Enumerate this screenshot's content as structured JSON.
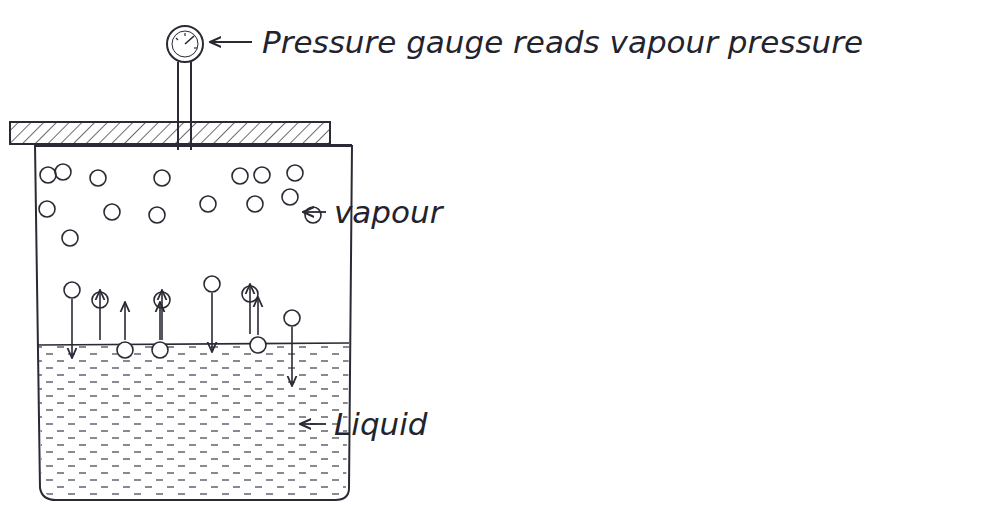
{
  "diagram": {
    "labels": [
      "Pressure gauge reads vapour pressure",
      "vapour",
      "Liquid"
    ]
  }
}
